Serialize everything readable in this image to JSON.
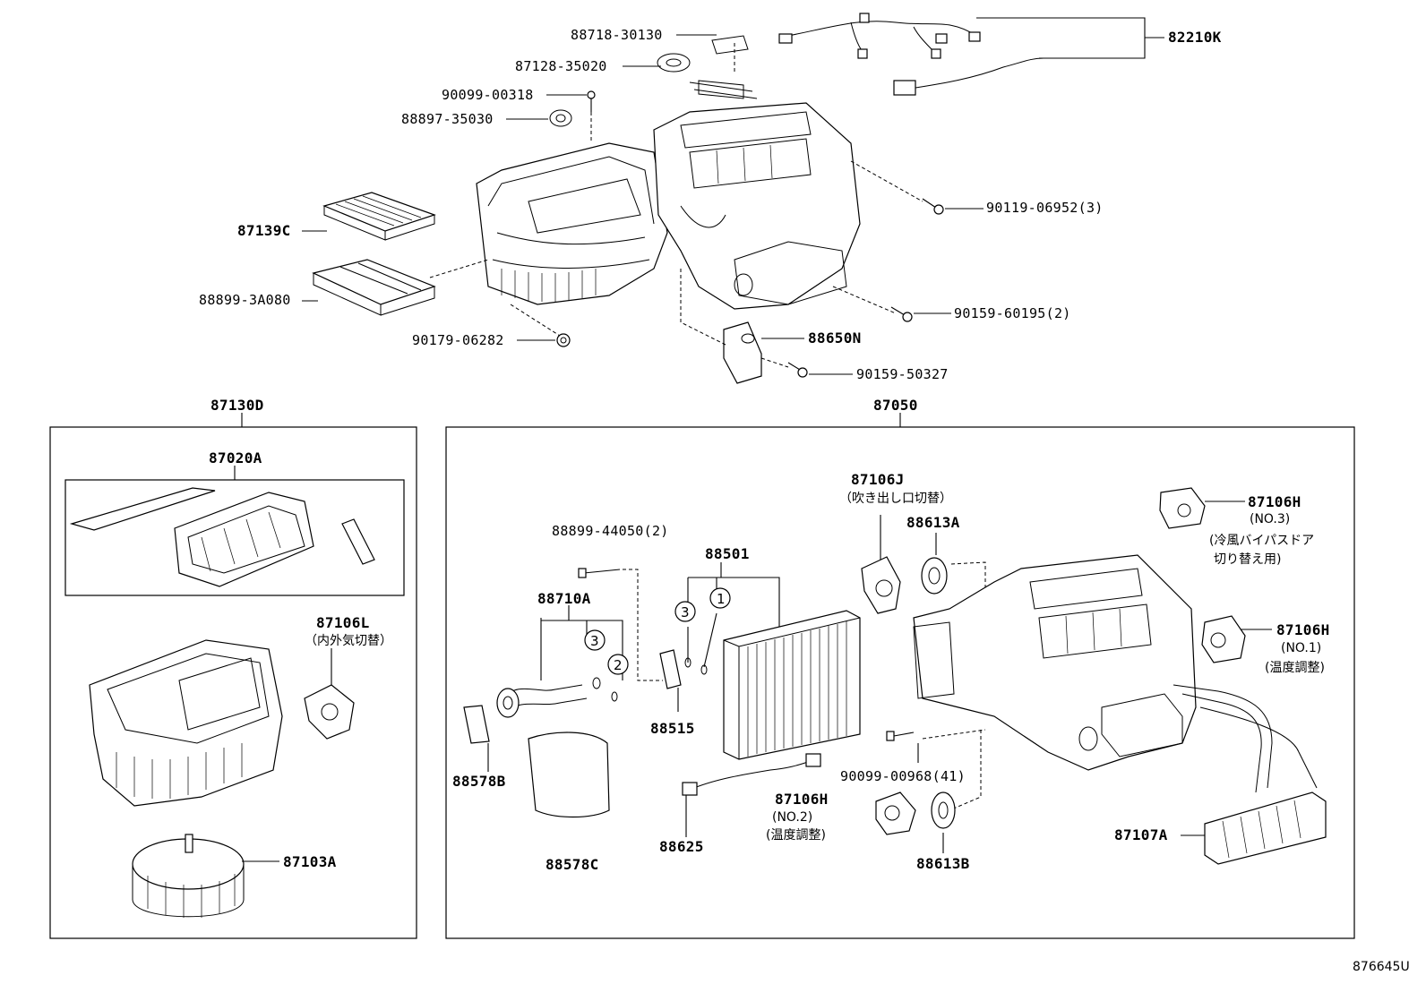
{
  "labels": {
    "p88718_30130": "88718-30130",
    "p87128_35020": "87128-35020",
    "p90099_00318": "90099-00318",
    "p88897_35030": "88897-35030",
    "p82210K": "82210K",
    "p87139C": "87139C",
    "p88899_3A080": "88899-3A080",
    "p90119_06952": "90119-06952(3)",
    "p90179_06282": "90179-06282",
    "p90159_60195": "90159-60195(2)",
    "p88650N": "88650N",
    "p90159_50327": "90159-50327",
    "p87130D": "87130D",
    "p87050": "87050",
    "p87020A": "87020A",
    "p87106L": "87106L",
    "p87103A": "87103A",
    "p87106J": "87106J",
    "p88613A": "88613A",
    "p87106H_3": "87106H",
    "p88899_44050": "88899-44050(2)",
    "p88501": "88501",
    "p88710A": "88710A",
    "p88515": "88515",
    "p88578B": "88578B",
    "p88578C": "88578C",
    "p88625": "88625",
    "p90099_00968": "90099-00968(41)",
    "p87106H_2": "87106H",
    "p88613B": "88613B",
    "p87106H_1": "87106H",
    "p87107A": "87107A",
    "ref": "876645U"
  },
  "notes": {
    "n87106L": "（内外気切替）",
    "n87106J": "（吹き出し口切替）",
    "n87106H_3_no": "(NO.3)",
    "n87106H_3_a": "(冷風バイパスドア",
    "n87106H_3_b": "切り替え用)",
    "n87106H_1_no": "(NO.1)",
    "n87106H_1_desc": "(温度調整)",
    "n87106H_2_no": "(NO.2)",
    "n87106H_2_desc": "(温度調整)"
  },
  "circles": {
    "c1": "1",
    "c2": "2",
    "c3a": "3",
    "c3b": "3"
  }
}
